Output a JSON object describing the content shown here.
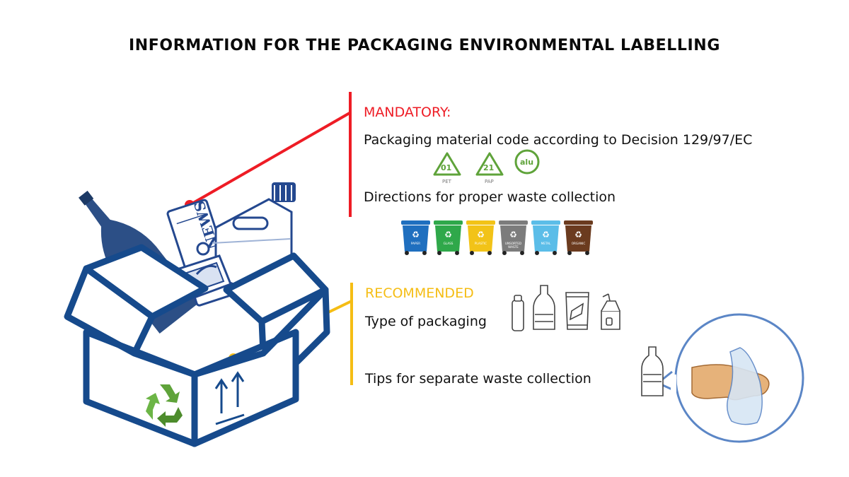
{
  "title": "INFORMATION FOR THE PACKAGING ENVIRONMENTAL LABELLING",
  "mandatory": {
    "heading": "MANDATORY:",
    "item1": "Packaging material code according to Decision 129/97/EC",
    "codes": [
      {
        "number": "01",
        "sub": "PET"
      },
      {
        "number": "21",
        "sub": "PAP"
      },
      {
        "number": "alu",
        "sub": ""
      }
    ],
    "item2": "Directions for proper waste collection",
    "bins": [
      {
        "label": "PAPER",
        "color": "#1f6fbf"
      },
      {
        "label": "GLASS",
        "color": "#2fa84a"
      },
      {
        "label": "PLASTIC",
        "color": "#f2c318"
      },
      {
        "label": "UNSORTED WASTE",
        "color": "#7c7c7c"
      },
      {
        "label": "METAL",
        "color": "#5bbde8"
      },
      {
        "label": "ORGANIC",
        "color": "#6b3b1f"
      }
    ]
  },
  "recommended": {
    "heading": "RECOMMENDED",
    "item1": "Type of packaging",
    "item2": "Tips for separate waste collection"
  },
  "box_news_text": "NEWS",
  "colors": {
    "mandatory_accent": "#ee1c25",
    "recommended_accent": "#f5bd14",
    "box_blue": "#164a8c",
    "recycle_green": "#5fa33a",
    "bubble_outline": "#5b86c6"
  }
}
